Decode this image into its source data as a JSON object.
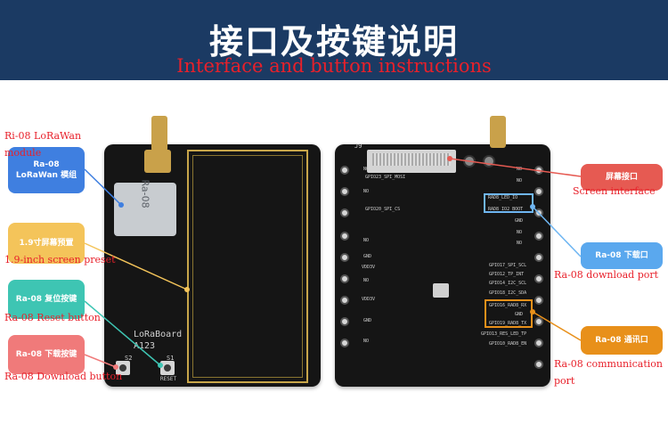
{
  "header": {
    "title": "接口及按键说明",
    "subtitle": "Interface and button instructions",
    "bg_color": "#1b3a63"
  },
  "left_board": {
    "module_text": "Ra-08",
    "silkscreen_name": "LoRaBoard",
    "silkscreen_code": "A123",
    "button_labels": [
      "S2",
      "S1"
    ],
    "reset_text": "RESET"
  },
  "right_board": {
    "connector_label": "J9",
    "silk": [
      "GPIO23_SPI_MOSI",
      "GPIO20_SPI_CS",
      "VDD3V",
      "VDD3V",
      "RAD8_LED_IO",
      "RAD8_IO2_BOOT",
      "GPIO17_SPI_SCL",
      "GPIO12_TP_INT",
      "GPIO14_I2C_SCL",
      "GPIO18_I2C_SDA",
      "GPIO16_RAD8_RX",
      "GPIO19_RAD8_TX",
      "GPIO13_RES_LED_TP",
      "GPIO10_RAD8_EN"
    ],
    "no": "NO",
    "gnd": "GND"
  },
  "callouts": {
    "lora_module": {
      "label": "Ra-08 LoRaWan 模组",
      "caption": "Ri-08 LoRaWan module",
      "color": "#3f7fe0"
    },
    "screen_preset": {
      "label": "1.9寸屏幕预置",
      "caption": "1.9-inch screen preset",
      "color": "#f4c45a"
    },
    "reset_button": {
      "label": "Ra-08 复位按键",
      "caption": "Ra-08 Reset button",
      "color": "#3ec5b3"
    },
    "download_button": {
      "label": "Ra-08 下载按键",
      "caption": "Ra-08 Download button",
      "color": "#f07a7a"
    },
    "screen_interface": {
      "label": "屏幕接口",
      "caption": "Screen interface",
      "color": "#e65a52"
    },
    "download_port": {
      "label": "Ra-08 下载口",
      "caption": "Ra-08 download port",
      "color": "#5aa8ee"
    },
    "comm_port": {
      "label": "Ra-08 通讯口",
      "caption": "Ra-08 communication port",
      "color": "#e8901a"
    }
  }
}
